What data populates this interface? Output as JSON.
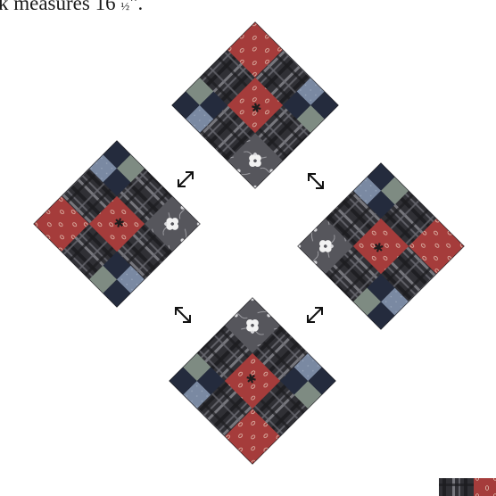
{
  "caption": {
    "text": "k measures 16 ",
    "fraction": "½",
    "suffix": "\"."
  },
  "diagram": {
    "blocks": [
      {
        "name": "top-block"
      },
      {
        "name": "left-block"
      },
      {
        "name": "right-block"
      },
      {
        "name": "bottom-block"
      }
    ],
    "arrows": [
      "arrow-upper-left",
      "arrow-upper-right",
      "arrow-lower-left",
      "arrow-lower-right"
    ],
    "colors": {
      "red": "#a43b3a",
      "charcoal": "#36363a",
      "plaid_dark": "#2e2e33",
      "plaid_light": "#6e6e74",
      "floral_grey": "#5b5b60",
      "blue_grey": "#7b8aa3",
      "navy": "#232a3d",
      "sage": "#7e8b82"
    }
  }
}
